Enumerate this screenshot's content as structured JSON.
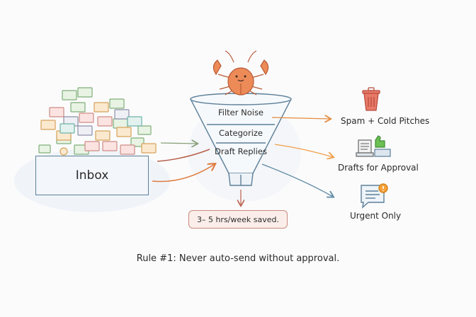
{
  "inbox": {
    "label": "Inbox"
  },
  "funnel": {
    "stages": [
      "Filter Noise",
      "Categorize",
      "Draft Replies"
    ],
    "mascot": "crab-icon"
  },
  "outputs": [
    {
      "label": "Spam + Cold Pitches",
      "icon": "trash-icon",
      "arrow_color": "#e58a3c"
    },
    {
      "label": "Drafts for Approval",
      "icon": "document-thumbs-up-icon",
      "arrow_color": "#f0a04a"
    },
    {
      "label": "Urgent Only",
      "icon": "chat-alert-icon",
      "arrow_color": "#5f8aa3"
    }
  ],
  "savings": {
    "label": "3– 5 hrs/week saved."
  },
  "rule": {
    "label": "Rule #1: Never auto-send without approval."
  },
  "colors": {
    "funnel_stroke": "#5c7f98",
    "crab": "#e8804f",
    "trash": "#e07060",
    "thumb": "#5fb54a",
    "alert": "#f5a23a"
  }
}
